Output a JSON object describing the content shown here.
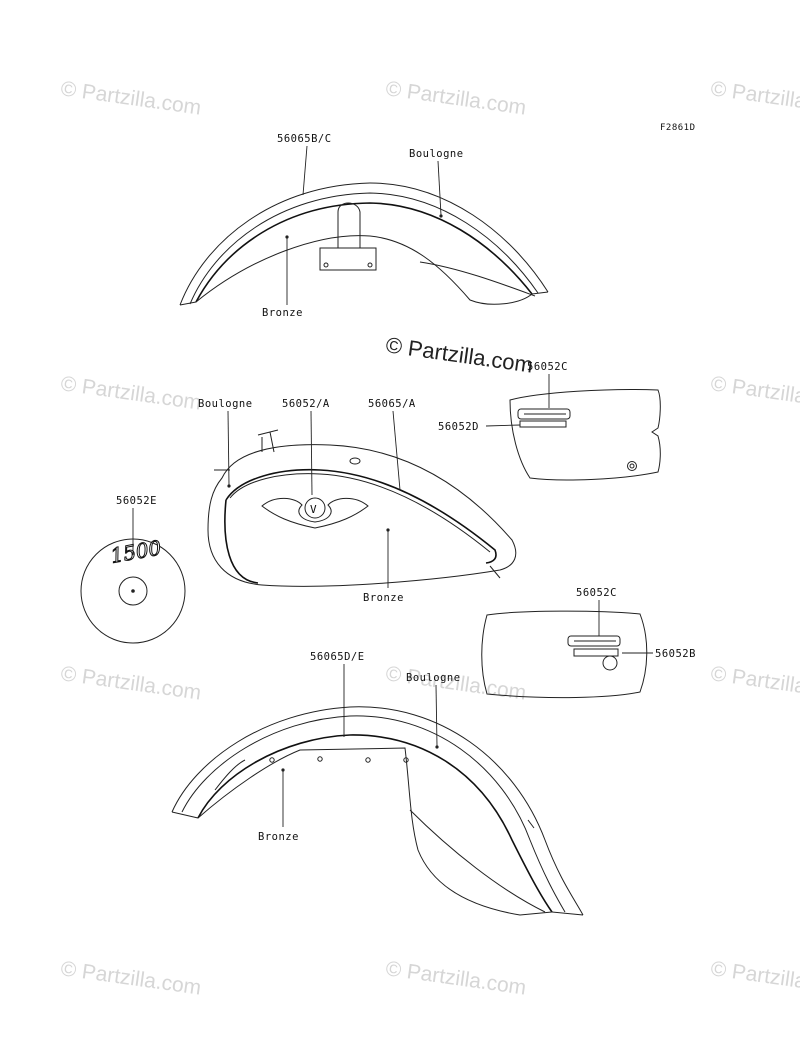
{
  "figure_code": "F2861D",
  "watermark_text": "© Partzilla.com",
  "center_watermark_text": "© Partzilla.com",
  "logo_text": {
    "badge_number": "1500",
    "tank_emblem_letter": "V"
  },
  "callouts": {
    "front_fender_part": "56065B/C",
    "front_fender_color_top": "Boulogne",
    "front_fender_color_bottom": "Bronze",
    "tank_color_top": "Boulogne",
    "tank_emblem_part": "56052/A",
    "tank_stripe_part": "56065/A",
    "tank_color_bottom": "Bronze",
    "side_cover_upper_part": "56052C",
    "side_cover_upper_part_2": "56052D",
    "badge_part": "56052E",
    "side_cover_lower_part": "56052C",
    "side_cover_lower_part_2": "56052B",
    "rear_fender_part": "56065D/E",
    "rear_fender_color_top": "Boulogne",
    "rear_fender_color_bottom": "Bronze"
  }
}
